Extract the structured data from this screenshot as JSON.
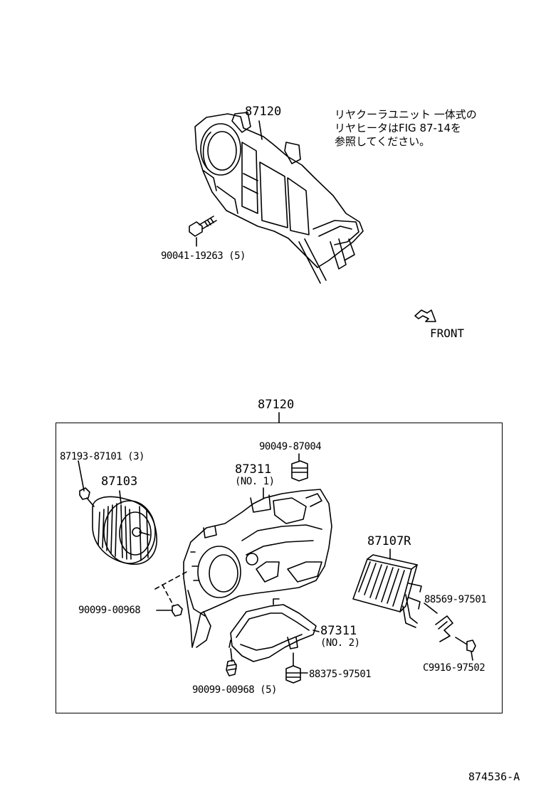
{
  "upper": {
    "assembly_label": "87120",
    "bolt_label": "90041-19263 (5)",
    "note_lines": [
      "リヤクーラユニット 一体式の",
      "リヤヒータはFIG 87-14を",
      "参照してください。"
    ],
    "front_label": "FRONT"
  },
  "lower": {
    "assembly_label": "87120",
    "parts": {
      "screw_87193": "87193-87101 (3)",
      "blower_87103": "87103",
      "plug_90049": "90049-87004",
      "case1_number": "87311",
      "case1_sub": "(NO. 1)",
      "core_87107r": "87107R",
      "bolt_90099_a": "90099-00968",
      "case2_number": "87311",
      "case2_sub": "(NO. 2)",
      "clamp_88569": "88569-97501",
      "plug_88375": "88375-97501",
      "screw_c9916": "C9916-97502",
      "bolt_90099_b": "90099-00968 (5)"
    }
  },
  "figure_code": "874536-A"
}
